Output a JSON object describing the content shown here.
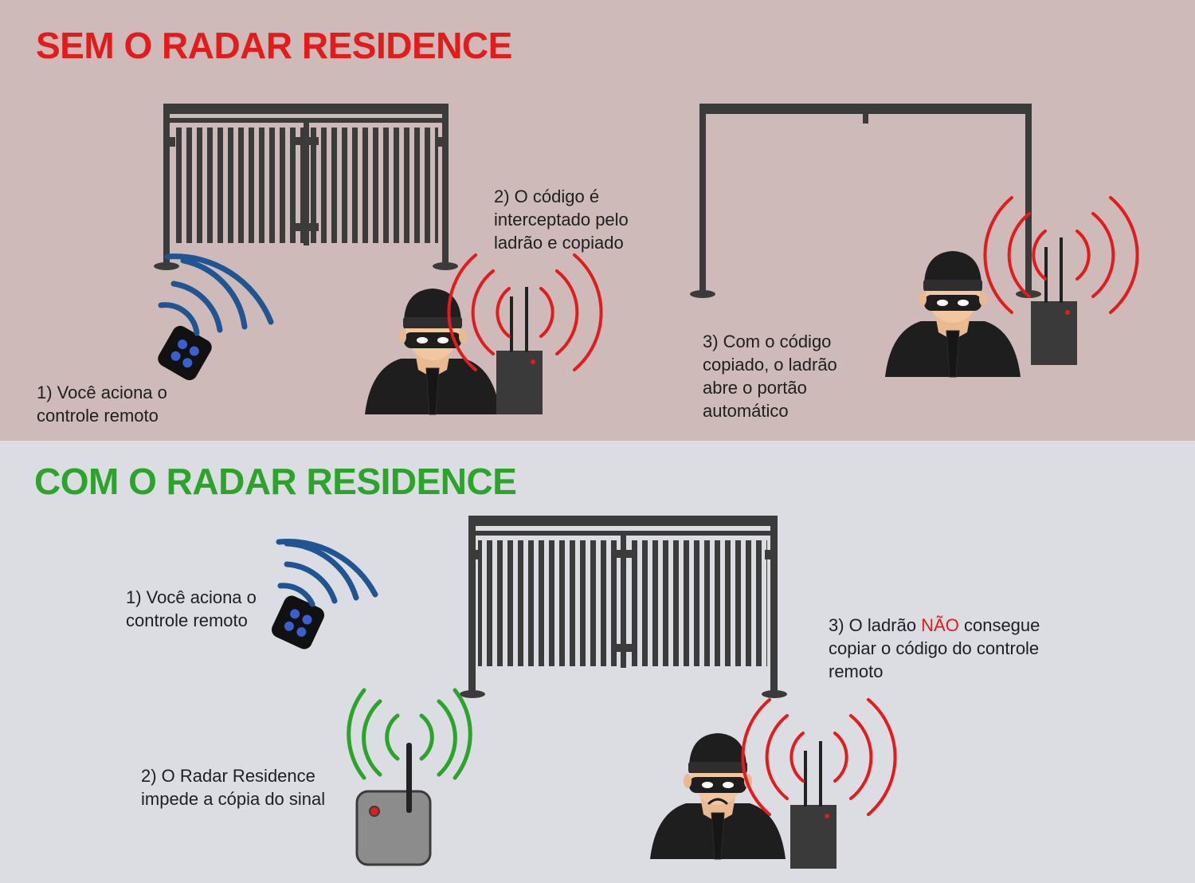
{
  "colors": {
    "top_background": "#cdbab9",
    "bottom_background": "#dcdde3",
    "danger_red": "#e31b1b",
    "safe_green": "#2aa52a",
    "signal_blue": "#1f5592",
    "gate_dark": "#3b3b3b"
  },
  "top_section": {
    "title": "SEM O RADAR RESIDENCE",
    "step1": {
      "line1": "1) Você aciona o",
      "line2": "controle remoto"
    },
    "step2": {
      "line1": "2) O código é",
      "line2": "interceptado pelo",
      "line3": "ladrão e copiado"
    },
    "step3": {
      "line1": "3) Com o código",
      "line2": "copiado, o ladrão",
      "line3": "abre o portão",
      "line4": "automático"
    }
  },
  "bottom_section": {
    "title": "COM O RADAR RESIDENCE",
    "step1": {
      "line1": "1) Você aciona o",
      "line2": "controle remoto"
    },
    "step2": {
      "line1": "2) O Radar Residence",
      "line2": "impede a cópia do sinal"
    },
    "step3": {
      "prefix": "3) O ladrão ",
      "highlight": "NÃO",
      "suffix": " consegue",
      "line2": "copiar o código do controle",
      "line3": "remoto"
    }
  },
  "icons": [
    "gate-icon",
    "open-gate-icon",
    "remote-control-icon",
    "wireless-signal-icon",
    "thief-icon",
    "sad-thief-icon",
    "signal-jammer-icon",
    "radar-device-icon"
  ]
}
